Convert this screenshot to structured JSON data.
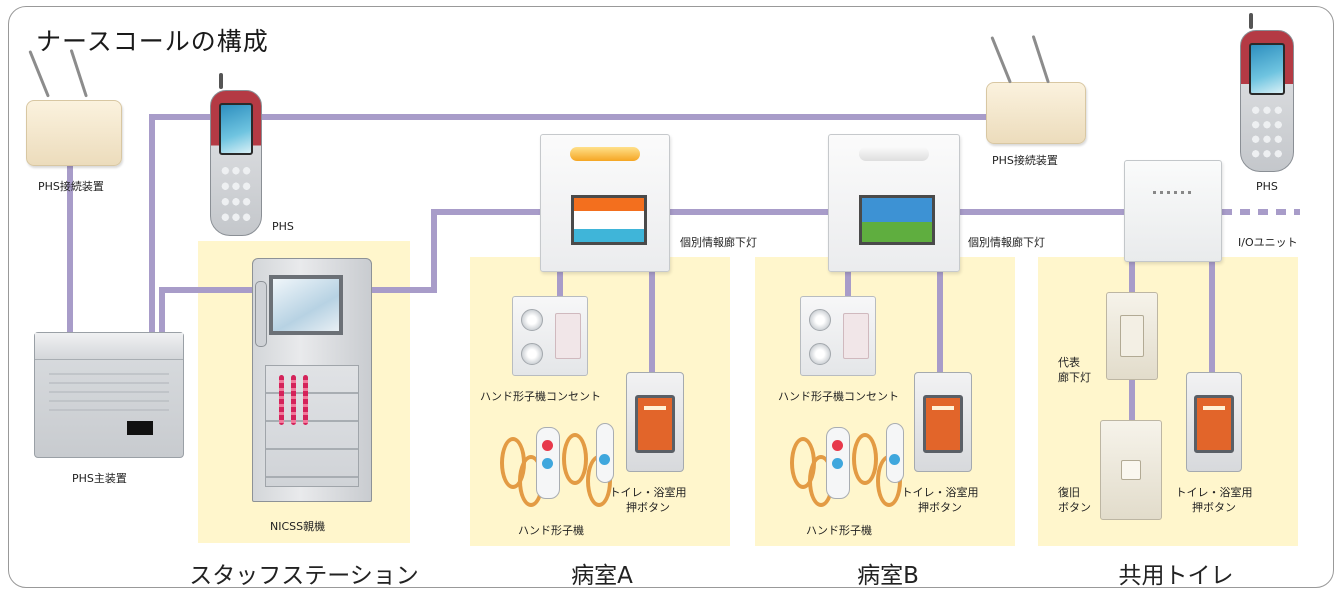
{
  "title": "ナースコールの構成",
  "zones": {
    "staff_station": "スタッフステーション",
    "room_a": "病室A",
    "room_b": "病室B",
    "shared_toilet": "共用トイレ"
  },
  "devices": {
    "phs_base_left": "PHS接続装置",
    "phs_base_right": "PHS接続装置",
    "phs_main_unit": "PHS主装置",
    "phs_handset_left": "PHS",
    "phs_handset_right": "PHS",
    "nicss": "NICSS親機",
    "corridor_lamp_a": "個別情報廊下灯",
    "corridor_lamp_b": "個別情報廊下灯",
    "io_unit": "I/Oユニット",
    "outlet_a": "ハンド形子機コンセント",
    "outlet_b": "ハンド形子機コンセント",
    "handset_a": "ハンド形子機",
    "handset_b": "ハンド形子機",
    "push_btn_a_line1": "トイレ・浴室用",
    "push_btn_a_line2": "押ボタン",
    "push_btn_b_line1": "トイレ・浴室用",
    "push_btn_b_line2": "押ボタン",
    "push_btn_t_line1": "トイレ・浴室用",
    "push_btn_t_line2": "押ボタン",
    "rep_lamp_line1": "代表",
    "rep_lamp_line2": "廊下灯",
    "reset_btn_line1": "復旧",
    "reset_btn_line2": "ボタン"
  },
  "colors": {
    "connection_line": "#a89cc9",
    "zone_fill": "#fff6cc",
    "lamp_orange": "#f5a623",
    "button_orange": "#e2652a",
    "handset_red": "#b43a44"
  }
}
